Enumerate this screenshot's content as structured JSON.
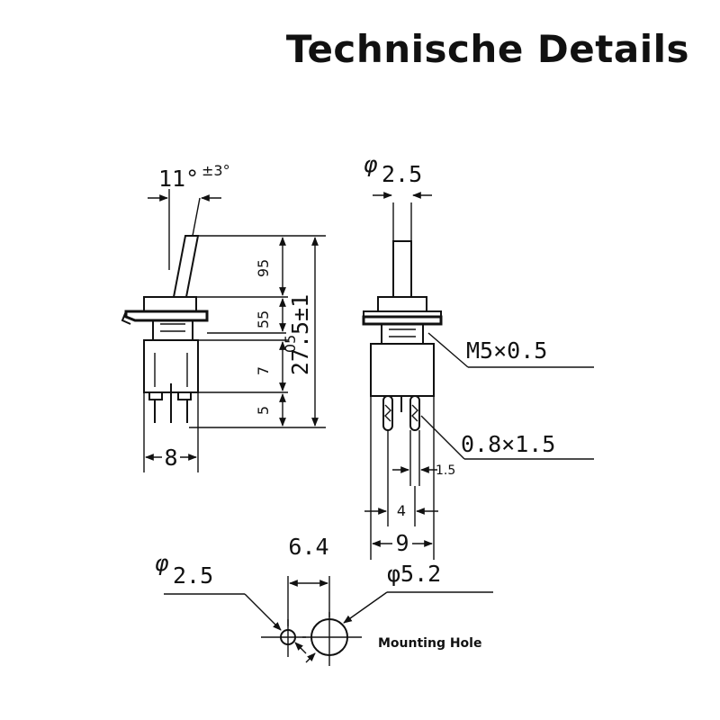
{
  "title": "Technische Details",
  "dimensions": {
    "toggle_angle": "11°",
    "toggle_tolerance": "±3°",
    "lever_height": "95",
    "bushing_height": "55",
    "gap": "05",
    "body_height": "7",
    "overall_height": "27.5±1",
    "pin_length": "5",
    "side_width": "8",
    "lever_diameter_symbol": "φ",
    "lever_diameter": "2.5",
    "thread": "M5×0.5",
    "pin_size": "0.8×1.5",
    "pin_gap": "1.5",
    "pin_pitch": "4",
    "front_width": "9",
    "hole_small_symbol": "φ",
    "hole_small_diameter": "2.5",
    "hole_spacing": "6.4",
    "hole_large": "φ5.2",
    "mounting_hole_label": "Mounting Hole"
  }
}
